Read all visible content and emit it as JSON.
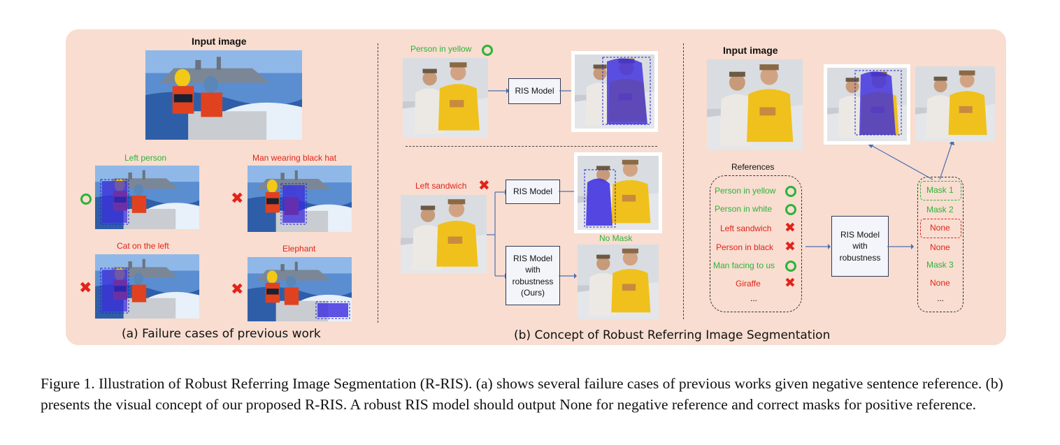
{
  "panel_a": {
    "title": "Input image",
    "caption": "(a) Failure cases of previous work",
    "cases": [
      {
        "label": "Left person",
        "status": "ok"
      },
      {
        "label": "Man wearing black hat",
        "status": "fail"
      },
      {
        "label": "Cat on the left",
        "status": "fail"
      },
      {
        "label": "Elephant",
        "status": "fail"
      }
    ]
  },
  "panel_b_left": {
    "top_query": "Person in yellow",
    "top_model": "RIS Model",
    "bottom_query": "Left sandwich",
    "bottom_model": "RIS Model",
    "robust_model": "RIS Model with robustness (Ours)",
    "robust_line1": "RIS Model",
    "robust_line2": "with",
    "robust_line3": "robustness",
    "robust_line4": "(Ours)",
    "no_mask": "No Mask"
  },
  "panel_b_right": {
    "title": "Input image",
    "references_title": "References",
    "references": [
      {
        "text": "Person in yellow",
        "status": "ok"
      },
      {
        "text": "Person in white",
        "status": "ok"
      },
      {
        "text": "Left sandwich",
        "status": "fail"
      },
      {
        "text": "Person in black",
        "status": "fail"
      },
      {
        "text": "Man facing to us",
        "status": "ok"
      },
      {
        "text": "Giraffe",
        "status": "fail"
      },
      {
        "text": "...",
        "status": "none"
      }
    ],
    "model_line1": "RIS Model",
    "model_line2": "with",
    "model_line3": "robustness",
    "outputs": [
      {
        "text": "Mask 1",
        "status": "ok"
      },
      {
        "text": "Mask 2",
        "status": "ok"
      },
      {
        "text": "None",
        "status": "fail"
      },
      {
        "text": "None",
        "status": "fail"
      },
      {
        "text": "Mask 3",
        "status": "ok"
      },
      {
        "text": "None",
        "status": "fail"
      },
      {
        "text": "...",
        "status": "none"
      }
    ]
  },
  "panel_b_caption": "(b) Concept of Robust Referring Image Segmentation",
  "figure_caption": "Figure 1. Illustration of Robust Referring Image Segmentation (R-RIS). (a) shows several failure cases of previous works given negative sentence reference. (b) presents the visual concept of our proposed R-RIS. A robust RIS model should output None for negative reference and correct masks for positive reference.",
  "colors": {
    "positive": "#2db33a",
    "negative": "#e2231a",
    "panel": "#f8ddd0",
    "mask": "#2a2ae0"
  }
}
